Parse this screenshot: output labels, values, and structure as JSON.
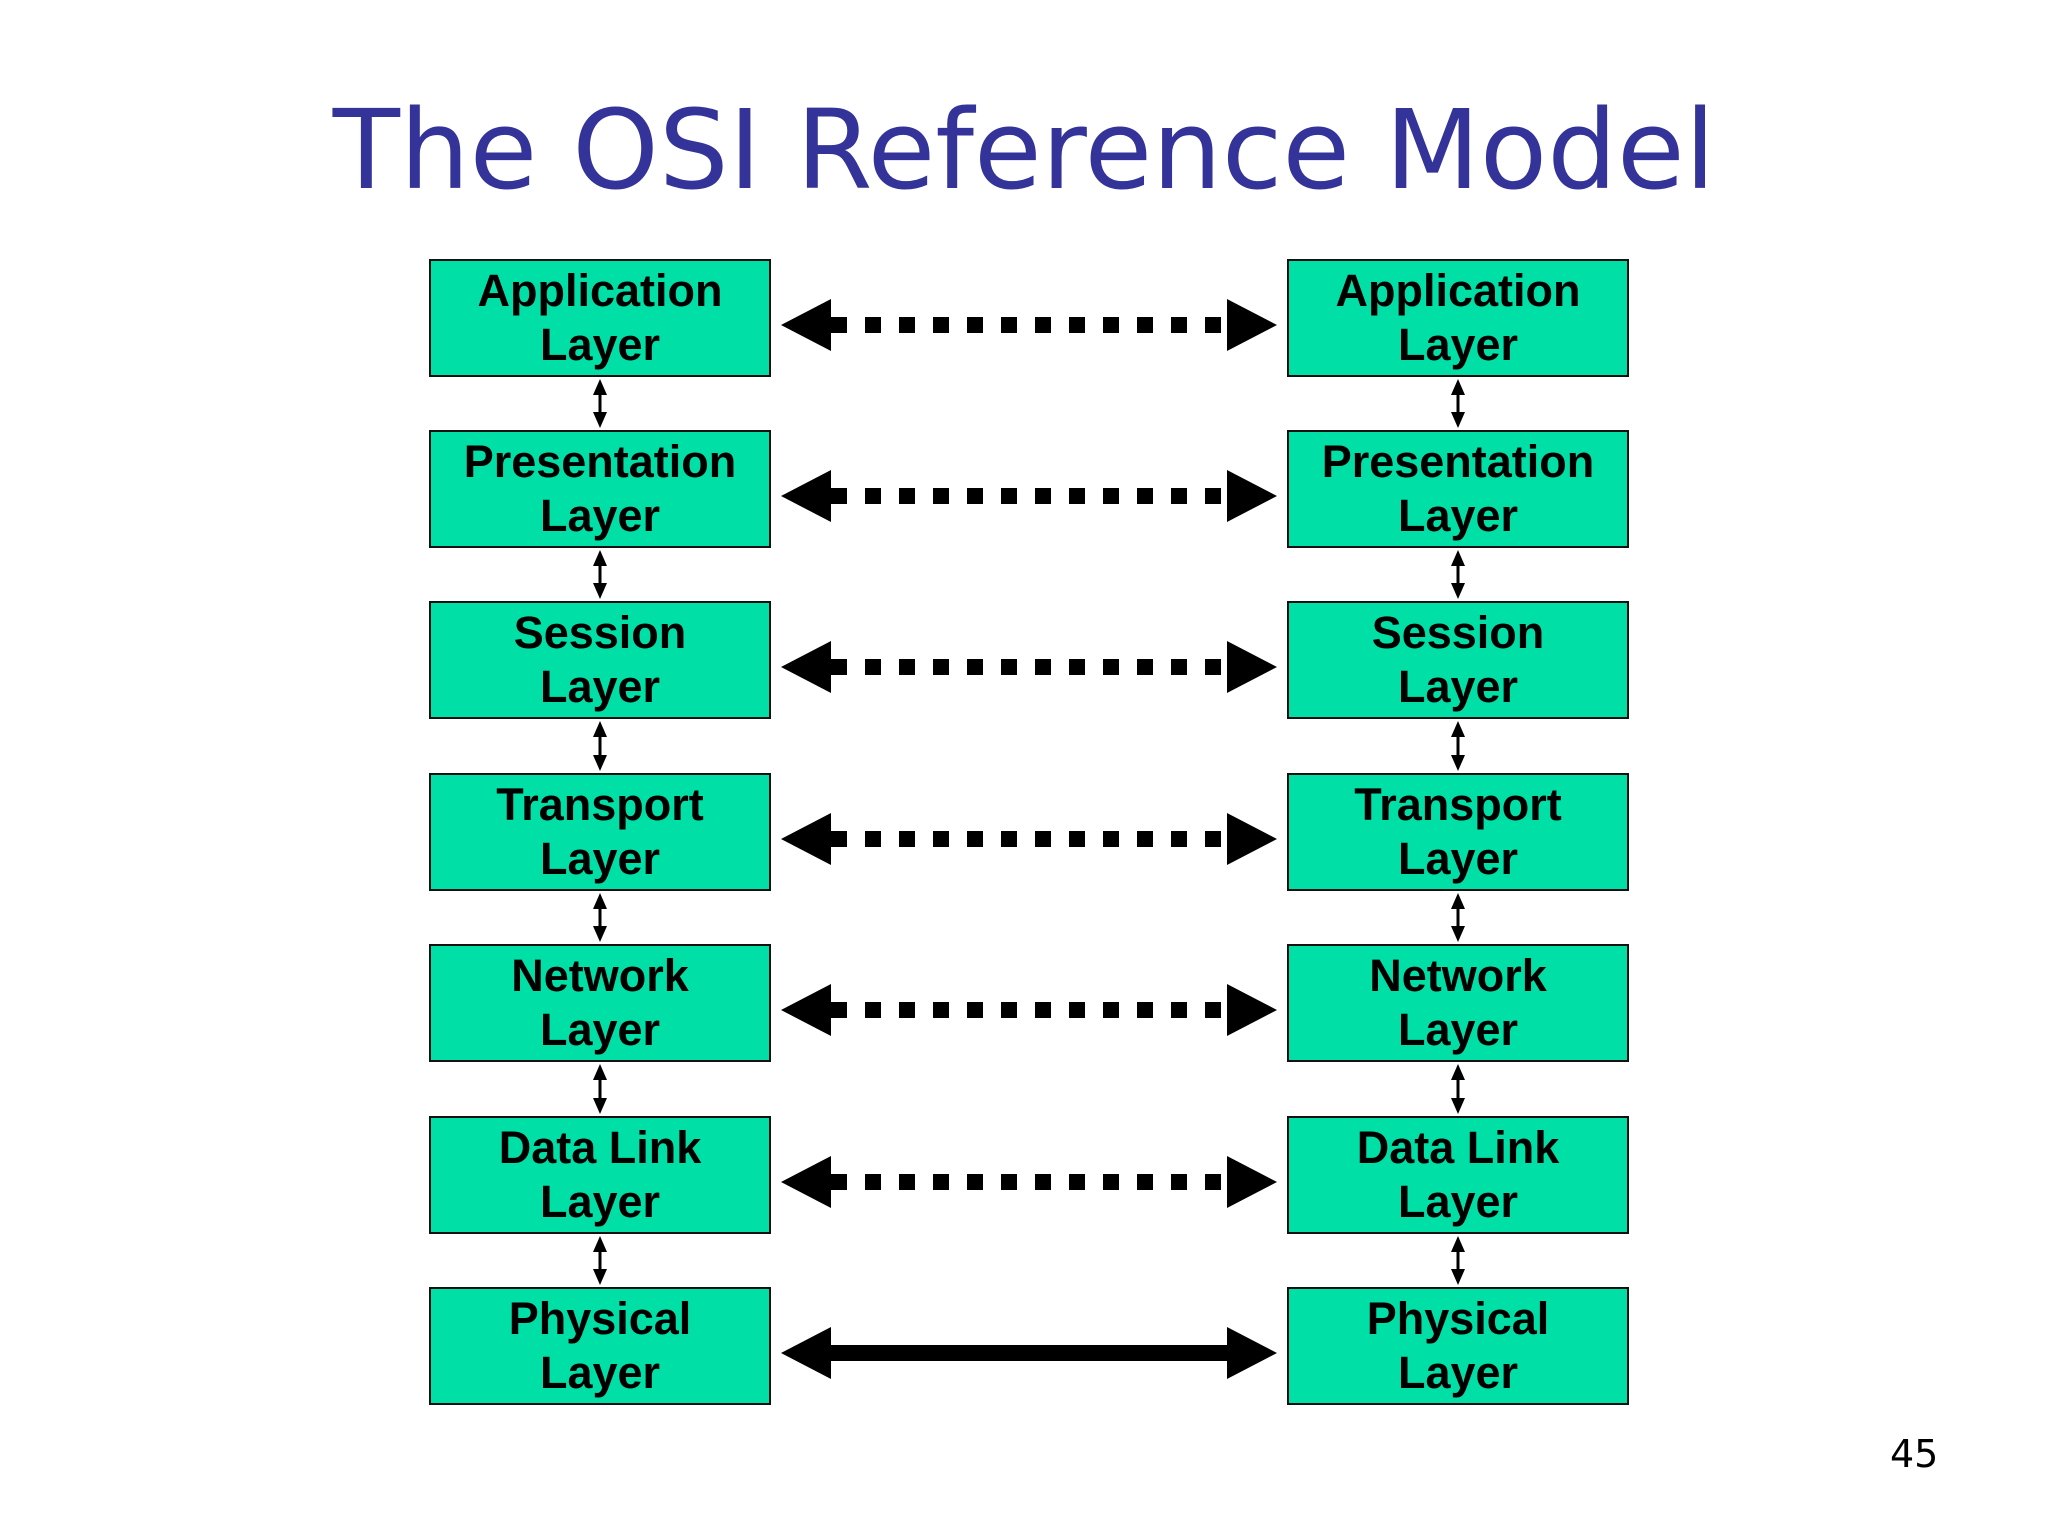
{
  "title": "The OSI Reference Model",
  "page_number": "45",
  "box_color": "#00E0A6",
  "title_color": "#333399",
  "layers": [
    {
      "line1": "Application",
      "line2": "Layer",
      "link": "virtual"
    },
    {
      "line1": "Presentation",
      "line2": "Layer",
      "link": "virtual"
    },
    {
      "line1": "Session",
      "line2": "Layer",
      "link": "virtual"
    },
    {
      "line1": "Transport",
      "line2": "Layer",
      "link": "virtual"
    },
    {
      "line1": "Network",
      "line2": "Layer",
      "link": "virtual"
    },
    {
      "line1": "Data Link",
      "line2": "Layer",
      "link": "virtual"
    },
    {
      "line1": "Physical",
      "line2": "Layer",
      "link": "physical"
    }
  ]
}
